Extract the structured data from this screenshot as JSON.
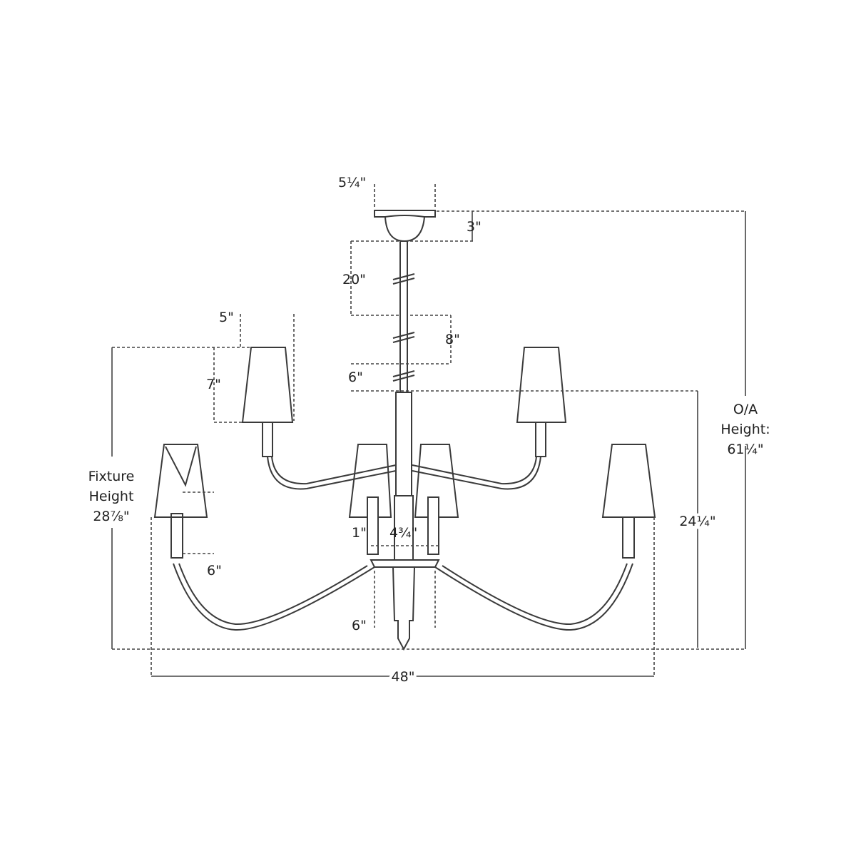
{
  "title": "Chandelier dimension diagram",
  "dimensions": {
    "canopy_width": "5¼\"",
    "canopy_height": "3\"",
    "stem_1": "20\"",
    "stem_2": "8\"",
    "stem_3": "6\"",
    "shade_width": "5\"",
    "shade_height": "7\"",
    "oa_height_label_1": "O/A",
    "oa_height_label_2": "Height:",
    "oa_height_value": "61¼\"",
    "body_height": "24¼\"",
    "fixture_height_label_1": "Fixture",
    "fixture_height_label_2": "Height",
    "fixture_height_value": "28⅞\"",
    "candle_height": "6\"",
    "inner_offset": "1\"",
    "inner_spacing": "4¾\"",
    "finial_width": "6\"",
    "overall_width": "48\""
  }
}
